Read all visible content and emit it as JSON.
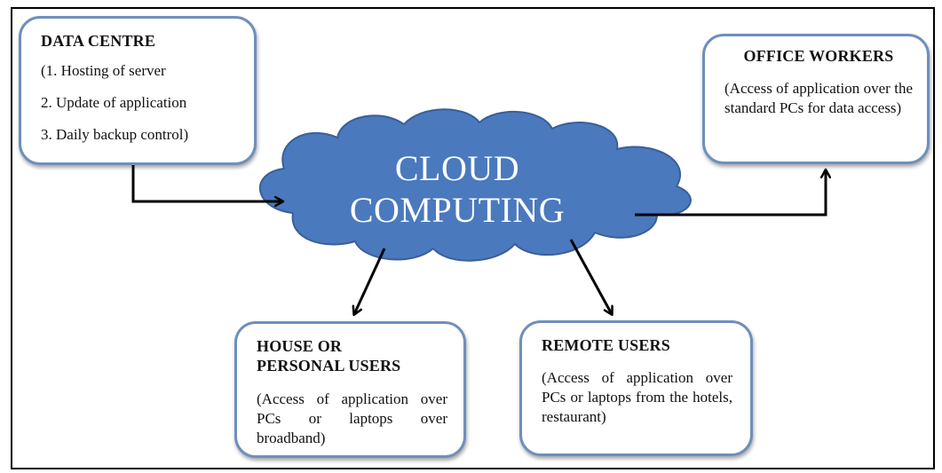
{
  "cloud": {
    "line1": "CLOUD",
    "line2": "COMPUTING",
    "fill_color": "#4a79bd",
    "stroke_color": "#3a5f98"
  },
  "data_centre": {
    "title": "DATA CENTRE",
    "items": [
      "(1. Hosting of server",
      "2. Update of application",
      "3. Daily backup control)"
    ]
  },
  "office_workers": {
    "title": "OFFICE WORKERS",
    "description": "(Access of application over the standard PCs for data access)"
  },
  "house_personal_users": {
    "title_line1": "HOUSE OR",
    "title_line2": "PERSONAL USERS",
    "description": "(Access of application over PCs or laptops over broadband)"
  },
  "remote_users": {
    "title": "REMOTE USERS",
    "description": "(Access of application over PCs or laptops from the hotels, restaurant)"
  },
  "colors": {
    "box_border": "#6f8fbd",
    "arrow": "#000000"
  }
}
